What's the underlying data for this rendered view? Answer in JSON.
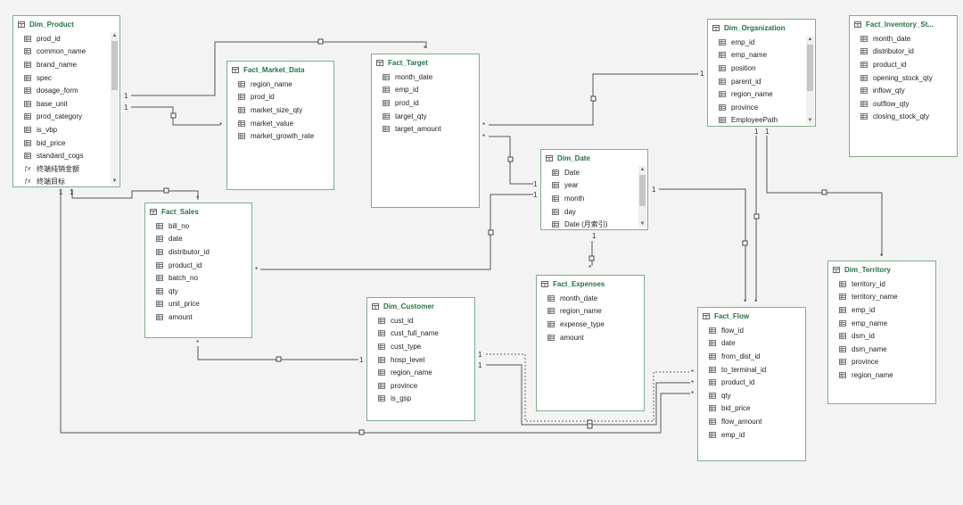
{
  "tables": {
    "dim_product": {
      "title": "Dim_Product",
      "fields": [
        "prod_id",
        "common_name",
        "brand_name",
        "spec",
        "dosage_form",
        "base_unit",
        "prod_category",
        "is_vbp",
        "bid_price",
        "standard_cogs",
        "终端纯销金额",
        "终端目标"
      ]
    },
    "fact_market_data": {
      "title": "Fact_Market_Data",
      "fields": [
        "region_name",
        "prod_id",
        "market_size_qty",
        "market_value",
        "market_growth_rate"
      ]
    },
    "fact_target": {
      "title": "Fact_Target",
      "fields": [
        "month_date",
        "emp_id",
        "prod_id",
        "target_qty",
        "target_amount"
      ]
    },
    "dim_organization": {
      "title": "Dim_Organization",
      "fields": [
        "emp_id",
        "emp_name",
        "position",
        "parent_id",
        "region_name",
        "province",
        "EmployeePath"
      ]
    },
    "fact_inventory": {
      "title": "Fact_Inventory_St...",
      "fields": [
        "month_date",
        "distributor_id",
        "product_id",
        "opening_stock_qty",
        "inflow_qty",
        "outflow_qty",
        "closing_stock_qty"
      ]
    },
    "dim_date": {
      "title": "Dim_Date",
      "fields": [
        "Date",
        "year",
        "month",
        "day",
        "Date (月索引)"
      ]
    },
    "fact_sales": {
      "title": "Fact_Sales",
      "fields": [
        "bill_no",
        "date",
        "distributor_id",
        "product_id",
        "batch_no",
        "qty",
        "unit_price",
        "amount"
      ]
    },
    "dim_customer": {
      "title": "Dim_Customer",
      "fields": [
        "cust_id",
        "cust_full_name",
        "cust_type",
        "hosp_level",
        "region_name",
        "province",
        "is_gsp"
      ]
    },
    "fact_expenses": {
      "title": "Fact_Expenses",
      "fields": [
        "month_date",
        "region_name",
        "expense_type",
        "amount"
      ]
    },
    "fact_flow": {
      "title": "Fact_Flow",
      "fields": [
        "flow_id",
        "date",
        "from_dist_id",
        "to_terminal_id",
        "product_id",
        "qty",
        "bid_price",
        "flow_amount",
        "emp_id"
      ]
    },
    "dim_territory": {
      "title": "Dim_Territory",
      "fields": [
        "territory_id",
        "territory_name",
        "emp_id",
        "emp_name",
        "dsm_id",
        "dsm_name",
        "province",
        "region_name"
      ]
    }
  },
  "calculated_fields": [
    "终端纯销金额",
    "终端目标"
  ],
  "cardinality": {
    "one": "1",
    "many": "*"
  },
  "colors": {
    "header_text": "#217346",
    "table_border": "#7fae8c",
    "line": "#555555",
    "background": "#f3f3f3"
  }
}
